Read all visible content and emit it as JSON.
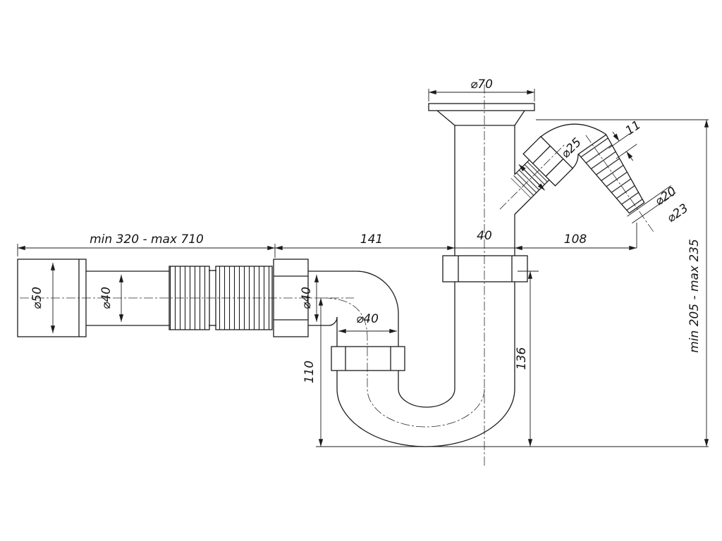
{
  "page": {
    "background": "#ffffff",
    "ink": "#1c1c1c",
    "subject": "Sink trap (siphon) with flexible outlet pipe and washing-machine branch - dimensioned technical drawing"
  },
  "labels": {
    "flange_diameter": "⌀70",
    "branch_offset": "11",
    "branch_thread_diameter": "⌀25",
    "hose_tip_diameter": "⌀20",
    "hose_step_diameter": "⌀23",
    "flex_pipe_length_range": "min 320 - max 710",
    "inlet_length": "141",
    "riser_width": "40",
    "branch_projection": "108",
    "flex_end_diameter": "⌀50",
    "flex_pipe_diameter": "⌀40",
    "outlet_nut_diameter": "⌀40",
    "trap_tube_diameter": "⌀40",
    "trap_depth_left": "110",
    "trap_depth_right": "136",
    "height_range": "min 205 - max 235"
  }
}
